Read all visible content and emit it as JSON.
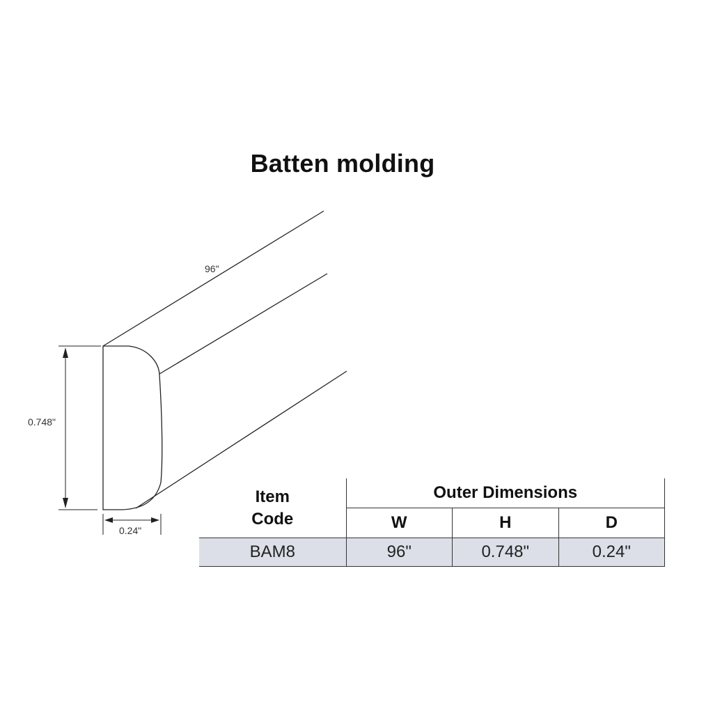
{
  "title": "Batten molding",
  "diagram": {
    "length_label": "96\"",
    "height_label": "0.748\"",
    "depth_label": "0.24\""
  },
  "table": {
    "item_code_header": "Item Code",
    "item_code_line1": "Item",
    "item_code_line2": "Code",
    "group_header": "Outer Dimensions",
    "columns": [
      "W",
      "H",
      "D"
    ],
    "rows": [
      {
        "code": "BAM8",
        "w": "96\"",
        "h": "0.748\"",
        "d": "0.24\""
      }
    ]
  }
}
